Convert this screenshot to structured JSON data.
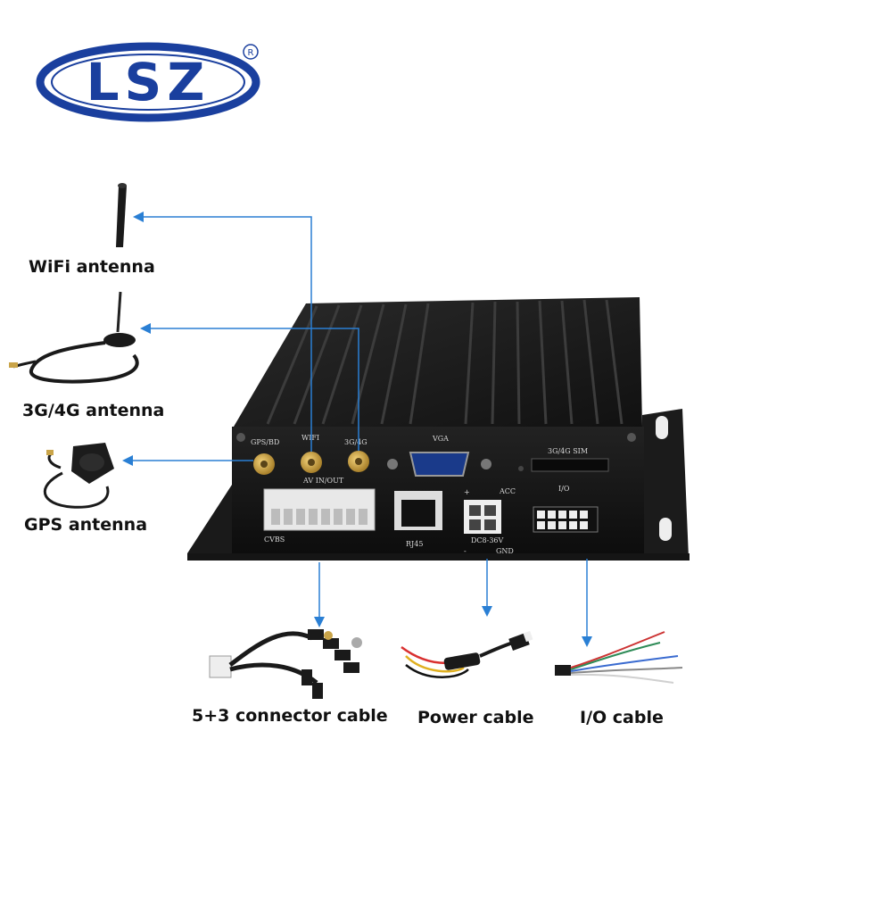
{
  "brand": {
    "logo_text": "LSZ",
    "registered_mark": "R"
  },
  "callouts": {
    "wifi_antenna": "WiFi antenna",
    "g34_antenna": "3G/4G antenna",
    "gps_antenna": "GPS antenna",
    "connector_cable": "5+3 connector cable",
    "power_cable": "Power cable",
    "io_cable": "I/O cable"
  },
  "device_labels": {
    "gps_bd": "GPS/BD",
    "wifi": "WIFI",
    "g34": "3G/4G",
    "vga": "VGA",
    "sim": "3G/4G SIM",
    "av_in_out": "AV IN/OUT",
    "cvbs": "CVBS",
    "rj45": "RJ45",
    "acc": "ACC",
    "dc": "DC8-36V",
    "plus": "+",
    "minus": "-",
    "gnd": "GND",
    "io": "I/O"
  },
  "colors": {
    "arrow": "#2a7fd4",
    "device_body": "#1e1e1e",
    "logo_blue": "#1a3f9e",
    "text": "#111111"
  }
}
